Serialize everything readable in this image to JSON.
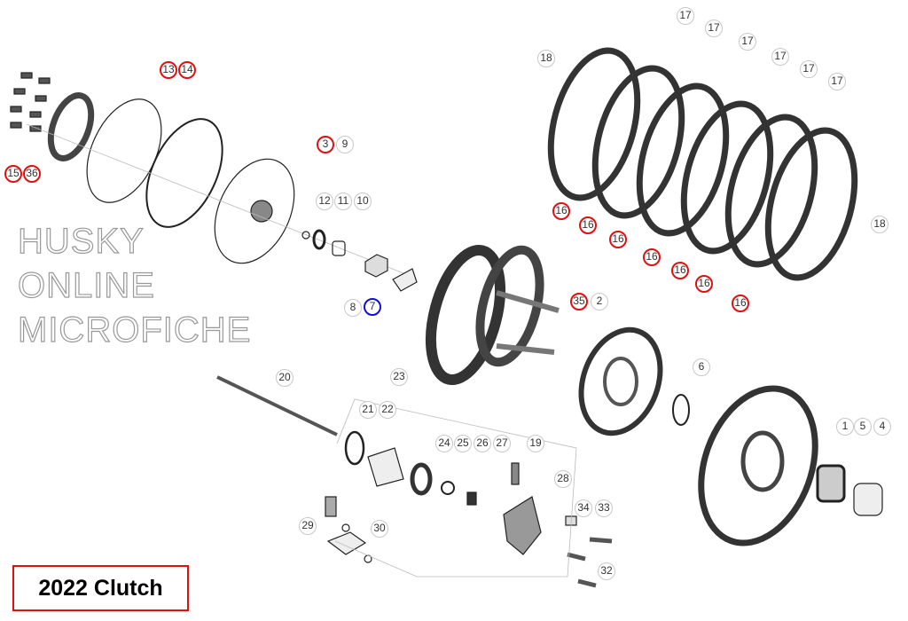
{
  "diagram_title": "2022 Clutch",
  "watermark": [
    "HUSKY",
    "ONLINE",
    "MICROFICHE"
  ],
  "colors": {
    "highlight_red": "#e01010",
    "highlight_blue": "#1010d8",
    "callout_gray": "#c8c8c8"
  },
  "callouts": [
    {
      "label": "13",
      "style": "red"
    },
    {
      "label": "14",
      "style": "red"
    },
    {
      "label": "15",
      "style": "red"
    },
    {
      "label": "36",
      "style": "red"
    },
    {
      "label": "3",
      "style": "red"
    },
    {
      "label": "9",
      "style": "gray"
    },
    {
      "label": "12",
      "style": "gray"
    },
    {
      "label": "11",
      "style": "gray"
    },
    {
      "label": "10",
      "style": "gray"
    },
    {
      "label": "8",
      "style": "gray"
    },
    {
      "label": "7",
      "style": "blue"
    },
    {
      "label": "35",
      "style": "red"
    },
    {
      "label": "2",
      "style": "gray"
    },
    {
      "label": "17",
      "style": "gray"
    },
    {
      "label": "17",
      "style": "gray"
    },
    {
      "label": "17",
      "style": "gray"
    },
    {
      "label": "17",
      "style": "gray"
    },
    {
      "label": "17",
      "style": "gray"
    },
    {
      "label": "17",
      "style": "gray"
    },
    {
      "label": "18",
      "style": "gray"
    },
    {
      "label": "18",
      "style": "gray"
    },
    {
      "label": "16",
      "style": "red"
    },
    {
      "label": "16",
      "style": "red"
    },
    {
      "label": "16",
      "style": "red"
    },
    {
      "label": "16",
      "style": "red"
    },
    {
      "label": "16",
      "style": "red"
    },
    {
      "label": "16",
      "style": "red"
    },
    {
      "label": "16",
      "style": "red"
    },
    {
      "label": "20",
      "style": "gray"
    },
    {
      "label": "23",
      "style": "gray"
    },
    {
      "label": "21",
      "style": "gray"
    },
    {
      "label": "22",
      "style": "gray"
    },
    {
      "label": "6",
      "style": "gray"
    },
    {
      "label": "1",
      "style": "gray"
    },
    {
      "label": "5",
      "style": "gray"
    },
    {
      "label": "4",
      "style": "gray"
    },
    {
      "label": "24",
      "style": "gray"
    },
    {
      "label": "25",
      "style": "gray"
    },
    {
      "label": "26",
      "style": "gray"
    },
    {
      "label": "27",
      "style": "gray"
    },
    {
      "label": "19",
      "style": "gray"
    },
    {
      "label": "28",
      "style": "gray"
    },
    {
      "label": "34",
      "style": "gray"
    },
    {
      "label": "33",
      "style": "gray"
    },
    {
      "label": "29",
      "style": "gray"
    },
    {
      "label": "30",
      "style": "gray"
    },
    {
      "label": "32",
      "style": "gray"
    }
  ]
}
